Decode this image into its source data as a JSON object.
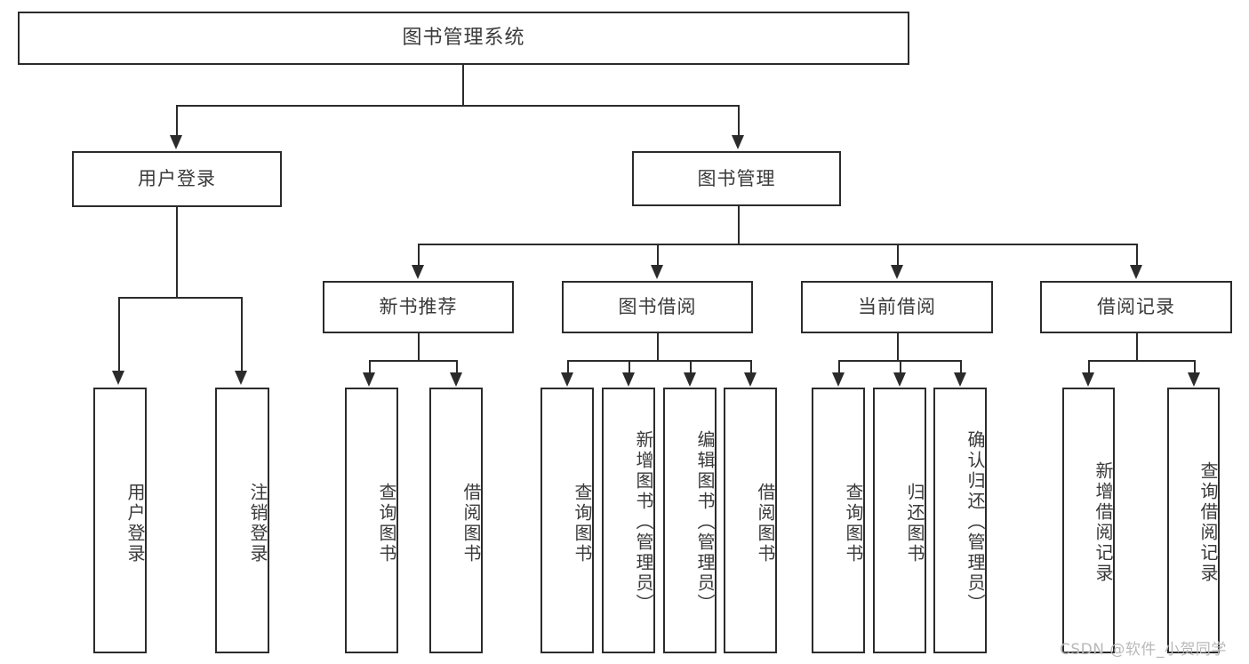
{
  "diagram": {
    "title": "图书管理系统",
    "type": "tree-hierarchy-diagram",
    "root": {
      "label": "图书管理系统"
    },
    "level1": [
      {
        "label": "用户登录"
      },
      {
        "label": "图书管理"
      }
    ],
    "level2": [
      {
        "label": "新书推荐"
      },
      {
        "label": "图书借阅"
      },
      {
        "label": "当前借阅"
      },
      {
        "label": "借阅记录"
      }
    ],
    "leaves": {
      "user_login": [
        {
          "label": "用户登录"
        },
        {
          "label": "注销登录"
        }
      ],
      "new_book_recommend": [
        {
          "label": "查询图书"
        },
        {
          "label": "借阅图书"
        }
      ],
      "book_borrow": [
        {
          "label": "查询图书"
        },
        {
          "label": "新增图书（管理员）"
        },
        {
          "label": "编辑图书（管理员）"
        },
        {
          "label": "借阅图书"
        }
      ],
      "current_borrow": [
        {
          "label": "查询图书"
        },
        {
          "label": "归还图书"
        },
        {
          "label": "确认归还（管理员）"
        }
      ],
      "borrow_record": [
        {
          "label": "新增借阅记录"
        },
        {
          "label": "查询借阅记录"
        }
      ]
    }
  },
  "watermark": {
    "text": "CSDN @软件_小贺同学"
  },
  "colors": {
    "stroke": "#2b2b2b",
    "text": "#3a3a3a",
    "background": "#ffffff",
    "watermark": "#b9b9b9"
  }
}
